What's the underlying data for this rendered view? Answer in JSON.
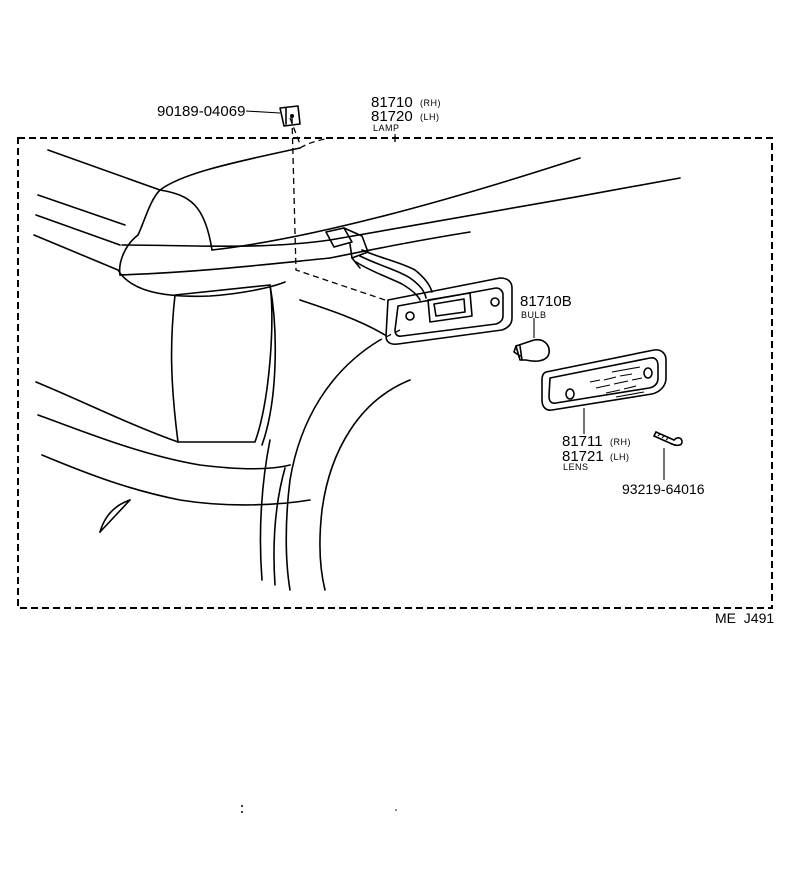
{
  "parts": {
    "clip": {
      "number": "90189-04069"
    },
    "lamp": {
      "number_rh": "81710",
      "suffix_rh": "(RH)",
      "number_lh": "81720",
      "suffix_lh": "(LH)",
      "name": "LAMP"
    },
    "bulb": {
      "number": "81710B",
      "name": "BULB"
    },
    "lens": {
      "number_rh": "81711",
      "suffix_rh": "(RH)",
      "number_lh": "81721",
      "suffix_lh": "(LH)",
      "name": "LENS"
    },
    "screw": {
      "number": "93219-64016"
    }
  },
  "diagram_code": "ME  J491"
}
